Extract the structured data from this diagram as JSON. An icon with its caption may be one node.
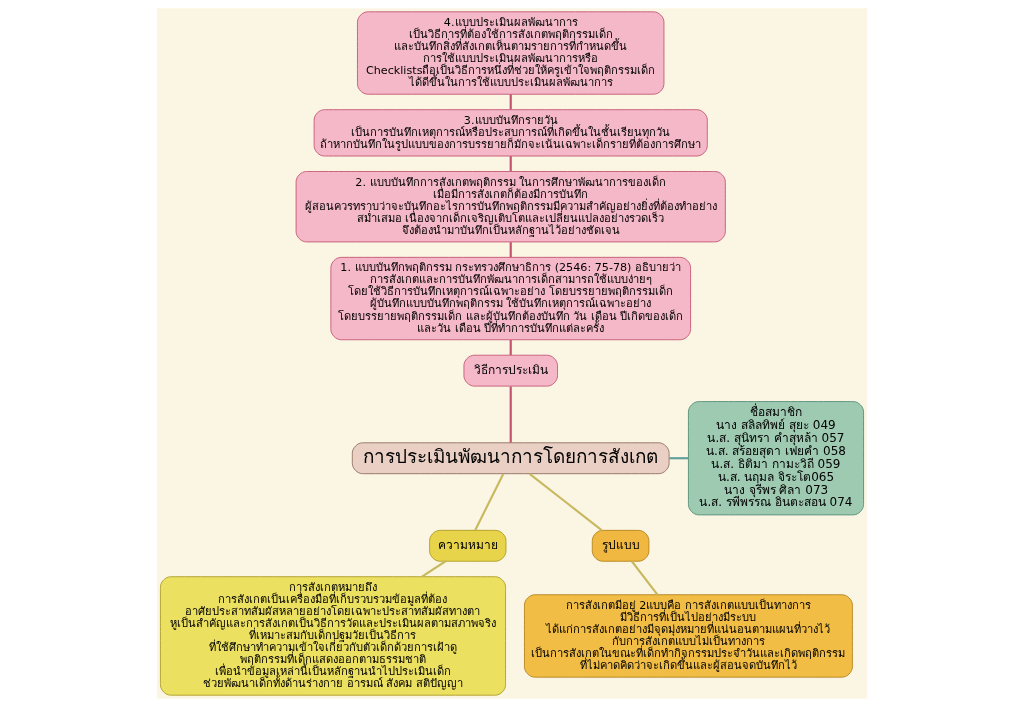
{
  "diagram": {
    "nodes": [
      {
        "text": [
          "การประเมินพัฒนาการโดยการสังเกต"
        ]
      },
      {
        "text": [
          "ชื่อสมาชิก",
          "นาง สลิลทิพย์ สุยะ 049",
          "น.ส. สุนิทรา คำสุหล้า 057",
          "น.ส. สร้อยสุดา เฟยคำ 058",
          "น.ส. ธิติมา กามะวิถี 059",
          "น.ส. นฤมล จิระโต065",
          "นาง จุรีพร ศิลา 073",
          "น.ส. รพีพรรณ อินตะสอน 074"
        ]
      },
      {
        "text": [
          "วิธีการประเมิน"
        ]
      },
      {
        "text": [
          "1. แบบบันทึกพฤติกรรม กระทรวงศึกษาธิการ (2546: 75-78) อธิบายว่า การสังเกตและการบันทึกพัฒนาการเด็กสามารถใช้แบบง่ายๆ โดยใช้วิธีการบันทึกเหตุการณ์เฉพาะอย่าง โดยบรรยายพฤติกรรมเด็ก ผู้บันทึกแบบบันทึกพฤติกรรม ใช้บันทึกเหตุการณ์เฉพาะอย่าง โดยบรรยายพฤติกรรมเด็ก และผู้บันทึกต้องบันทึก วัน เดือน ปีเกิดของเด็ก และวัน เดือน ปีที่ทำการบันทึกแต่ละครั้ง"
        ]
      },
      {
        "text": [
          "2. แบบบันทึกการสังเกตพฤติกรรม ในการศึกษาพัฒนาการของเด็ก เมื่อมีการสังเกตก็ต้องมีการบันทึก ผู้สอนควรทราบว่าจะบันทึกอะไรการบันทึกพฤติกรรมมีความสำคัญอย่างยิ่งที่ต้องทำอย่าง สม่ำเสมอ เนื่องจากเด็กเจริญเติบโตและเปลี่ยนแปลงอย่างรวดเร็ว จึงต้องนำมาบันทึกเป็นหลักฐานไว้อย่างชัดเจน"
        ]
      },
      {
        "text": [
          "3.แบบบันทึกรายวัน เป็นการบันทึกเหตุการณ์หรือประสบการณ์ที่เกิดขึ้นในชั้นเรียนทุกวัน ถ้าหากบันทึกในรูปแบบของการบรรยายก็มักจะเน้นเฉพาะเด็กรายที่ต้องการศึกษา"
        ]
      },
      {
        "text": [
          "4.แบบประเมินผลพัฒนาการ เป็นวิธีการที่ต้องใช้การสังเกตพฤติกรรมเด็ก และบันทึกสิ่งที่สังเกตเห็นตามรายการที่กำหนดขึ้น การใช้แบบประเมินผลพัฒนาการหรือ Checklistsถือเป็นวิธีการหนึ่งที่ช่วยให้ครูเข้าใจพฤติกรรมเด็ก ได้ดีขึ้นในการใช้แบบประเมินผลพัฒนาการ"
        ]
      },
      {
        "text": [
          "ความหมาย"
        ]
      },
      {
        "text": [
          "การสังเกตหมายถึง การสังเกตเป็นเครื่องมือที่เก็บรวบรวมข้อมูลที่ต้อง อาศัยประสาทสัมผัสหลายอย่างโดยเฉพาะประสาทสัมผัสทางตา หูเป็นสำคัญและการสังเกตเป็นวิธีการวัดและประเมินผลตามสภาพจริง ที่เหมาะสมกับเด็กปฐมวัยเป็นวิธีการ ที่ใช้ศึกษาทำความเข้าใจเกี่ยวกับตัวเด็กด้วยการเฝ้าดู พฤติกรรมที่เด็กแสดงออกตามธรรมชาติ เพื่อนำข้อมูลเหล่านี้เป็นหลักฐานนำไปประเมินเด็ก ช่วยพัฒนาเด็กทั้งด้านร่างกาย อารมณ์ สังคม สติปัญญา"
        ]
      },
      {
        "text": [
          "รูปแบบ"
        ]
      },
      {
        "text": [
          "การสังเกตมีอยู่ 2แบบคือ การสังเกตแบบเป็นทางการ มีวิธีการที่เป็นไปอย่างมีระบบ ได้แก่การสังเกตอย่างมีจุดมุ่งหมายที่แน่นอนตามแผนที่วางไว้ กับการสังเกตแบบไม่เป็นทางการ เป็นการสังเกตในขณะที่เด็กทำกิจกรรมประจำวันและเกิดพฤติกรรม ที่ไม่คาดคิดว่าจะเกิดขึ้นและผู้สอนจดบันทึกไว้"
        ]
      }
    ],
    "edges": [
      {
        "from": 6,
        "to": 5,
        "arrow": "none"
      },
      {
        "from": 5,
        "to": 4,
        "arrow": "none"
      },
      {
        "from": 4,
        "to": 3,
        "arrow": "none"
      },
      {
        "from": 3,
        "to": 2,
        "arrow": "none"
      },
      {
        "from": 2,
        "to": 0,
        "arrow": "none"
      },
      {
        "from": 1,
        "to": 0,
        "arrow": "none",
        "color": "#5f9e98"
      },
      {
        "from": 0,
        "to": 7,
        "arrow": "none",
        "color": "#c8b860"
      },
      {
        "from": 7,
        "to": 8,
        "arrow": "none",
        "color": "#c8b860"
      },
      {
        "from": 0,
        "to": 9,
        "arrow": "none",
        "color": "#c8b860"
      },
      {
        "from": 9,
        "to": 10,
        "arrow": "none",
        "color": "#c8b860"
      }
    ]
  }
}
